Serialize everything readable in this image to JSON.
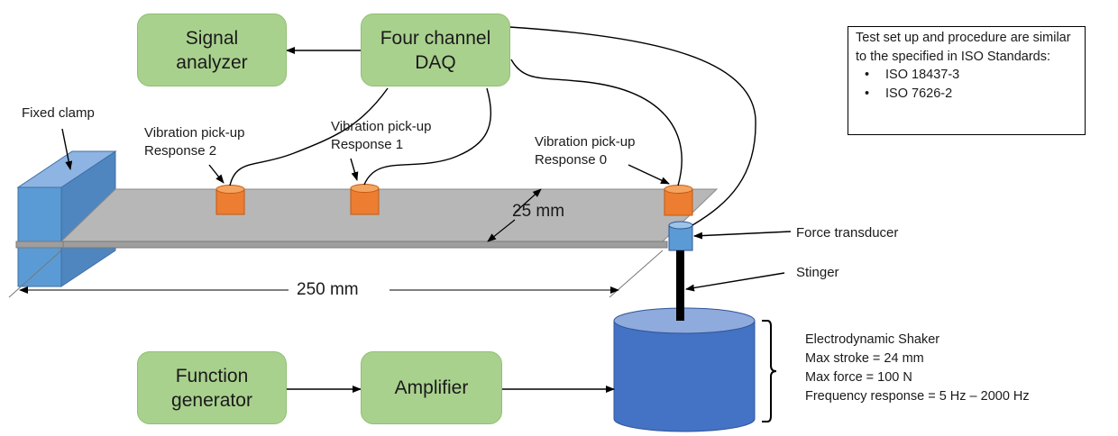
{
  "boxes": {
    "signal_analyzer": "Signal analyzer",
    "daq": "Four channel DAQ",
    "function_generator": "Function generator",
    "amplifier": "Amplifier"
  },
  "labels": {
    "fixed_clamp": "Fixed clamp",
    "pickup_2": "Vibration pick-up Response 2",
    "pickup_1": "Vibration pick-up Response 1",
    "pickup_0": "Vibration pick-up Response 0",
    "force_transducer": "Force transducer",
    "stinger": "Stinger"
  },
  "dimensions": {
    "width": "25 mm",
    "length": "250 mm"
  },
  "note": {
    "text": "Test set up and procedure are similar to the specified in ISO Standards:",
    "standards": [
      "ISO 18437-3",
      "ISO 7626-2"
    ]
  },
  "shaker": {
    "title": "Electrodynamic Shaker",
    "max_stroke": "Max stroke = 24 mm",
    "max_force": "Max force = 100 N",
    "frequency": "Frequency response = 5 Hz – 2000 Hz"
  },
  "colors": {
    "box_fill": "#a9d18e",
    "beam": "#bdbdbd",
    "clamp": "#5b9bd5",
    "sensor": "#ed7d31",
    "shaker": "#4472c4"
  }
}
